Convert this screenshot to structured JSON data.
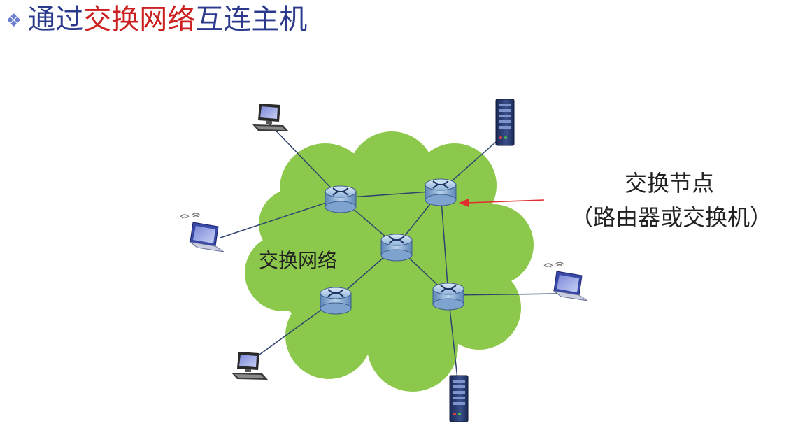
{
  "title": {
    "part1": "通过",
    "part2": "交换网络",
    "part3": "互连主机",
    "accent_color": "#cc2020",
    "text_color": "#2b3a8c"
  },
  "diagram": {
    "cloud_label": "交换网络",
    "callout_line1": "交换节点",
    "callout_line2": "（路由器或交换机）",
    "cloud_color": "#8cc84b",
    "arrow_color": "#e03030",
    "icons": [
      "router-icon",
      "server-icon",
      "desktop-icon",
      "laptop-icon"
    ]
  }
}
